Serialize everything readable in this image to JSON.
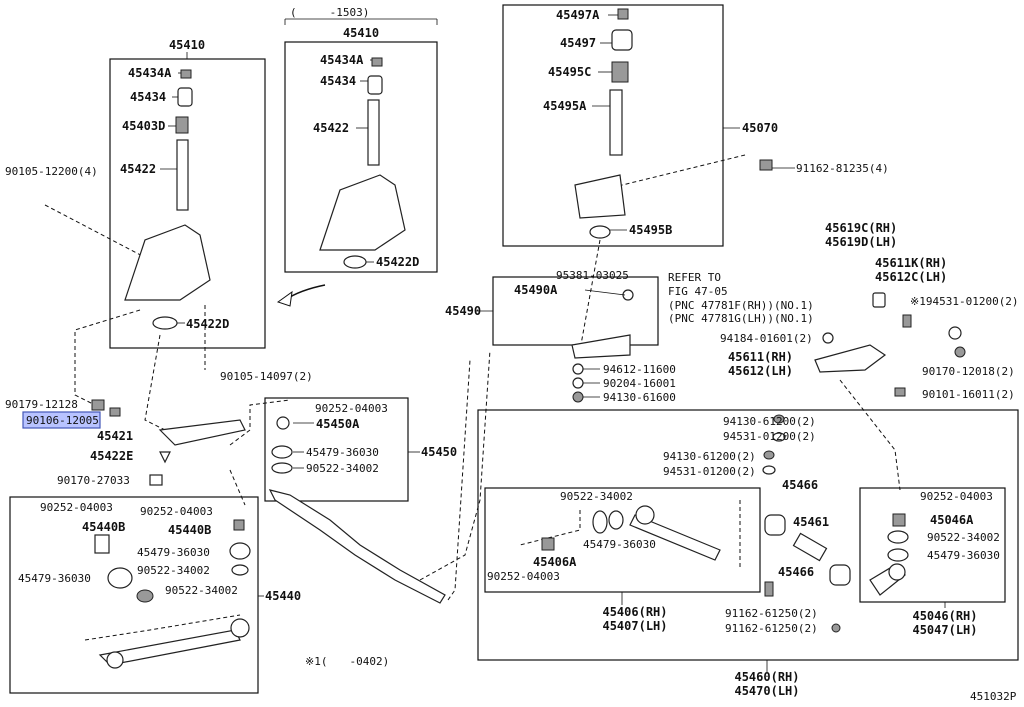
{
  "diagram": {
    "note_left_range": "(　　　-1503)",
    "note_star_range": "※1(　　-0402)",
    "figure_code": "451032P",
    "refer_to": [
      "REFER TO",
      "FIG 47-05",
      "(PNC 47781F(RH))(NO.1)",
      "(PNC 47781G(LH))(NO.1)"
    ],
    "box_labels": {
      "b1": "45410",
      "b2": "45410",
      "b3": "45070",
      "b4": "45490",
      "b5": "45450",
      "b6": "45440",
      "b7": "45460(RH)",
      "b7b": "45470(LH)",
      "b8a": "45406(RH)",
      "b8b": "45407(LH)",
      "b9a": "45046(RH)",
      "b9b": "45047(LH)"
    },
    "parts": [
      "45434A",
      "45434",
      "45403D",
      "45422",
      "45422D",
      "45434A",
      "45434",
      "45422",
      "45422D",
      "90105-12200(4)",
      "90105-14097(2)",
      "90179-12128",
      "90106-12005",
      "45421",
      "45422E",
      "90170-27033",
      "45497A",
      "45497",
      "45495C",
      "45495A",
      "45495B",
      "91162-81235(4)",
      "95381-03025",
      "45490A",
      "94612-11600",
      "90204-16001",
      "94130-61600",
      "90252-04003",
      "45450A",
      "45479-36030",
      "90522-34002",
      "45619C(RH)",
      "45619D(LH)",
      "45611K(RH)",
      "45612C(LH)",
      "※194531-01200(2)",
      "94184-01601(2)",
      "45611(RH)",
      "45612(LH)",
      "90170-12018(2)",
      "90101-16011(2)",
      "90252-04003",
      "45440B",
      "90252-04003",
      "45440B",
      "45479-36030",
      "45479-36030",
      "90522-34002",
      "90522-34002",
      "94130-61200(2)",
      "94531-01200(2)",
      "94130-61200(2)",
      "94531-01200(2)",
      "90522-34002",
      "45479-36030",
      "45406A",
      "90252-04003",
      "45466",
      "45461",
      "45466",
      "91162-61250(2)",
      "91162-61250(2)",
      "90252-04003",
      "45046A",
      "90522-34002",
      "45479-36030"
    ],
    "highlighted_part": "90106-12005"
  }
}
